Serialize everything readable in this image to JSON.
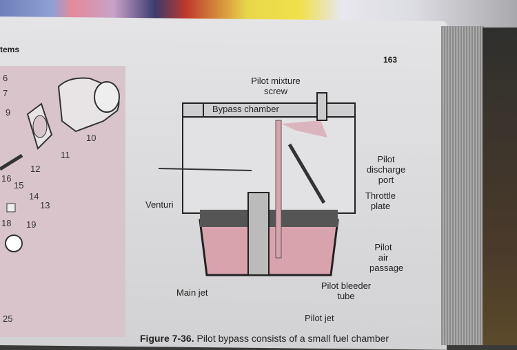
{
  "header": {
    "section": "tems",
    "page_number": "163"
  },
  "parts_panel": {
    "numbers": [
      "6",
      "7",
      "9",
      "10",
      "11",
      "12",
      "16",
      "15",
      "14",
      "13",
      "18",
      "19",
      "25"
    ]
  },
  "figure": {
    "labels": {
      "pilot_mixture_screw": "Pilot mixture screw",
      "bypass_chamber": "Bypass chamber",
      "pilot_discharge_port": "Pilot discharge port",
      "venturi": "Venturi",
      "throttle_plate": "Throttle plate",
      "pilot_air_passage": "Pilot air passage",
      "main_jet": "Main jet",
      "pilot_bleeder_tube": "Pilot bleeder tube",
      "pilot_jet": "Pilot jet"
    },
    "caption_number": "Figure 7-36.",
    "caption_text": "Pilot bypass consists of a small fuel chamber"
  },
  "colors": {
    "fuel_pink": "#d9a3ad",
    "page": "#dedee0",
    "panel": "#d9c4cb"
  }
}
